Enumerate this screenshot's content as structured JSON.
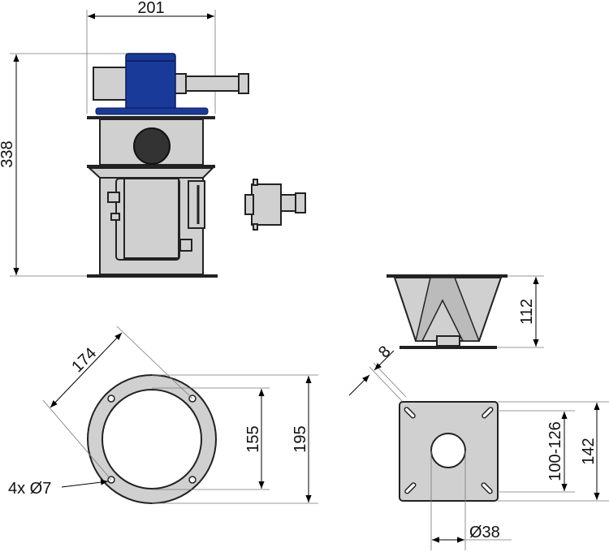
{
  "dimensions": {
    "width_top": "201",
    "height_total": "338",
    "stand_height": "112",
    "ring_diag": "174",
    "ring_inner": "155",
    "ring_outer": "195",
    "ring_holes": "4x Ø7",
    "slot_width": "8",
    "plate_slots": "100-126",
    "plate_size": "142",
    "plate_hole": "Ø38"
  },
  "colors": {
    "motor": "#1a3a9a",
    "part": "#d0d0d0",
    "dark": "#333333"
  }
}
